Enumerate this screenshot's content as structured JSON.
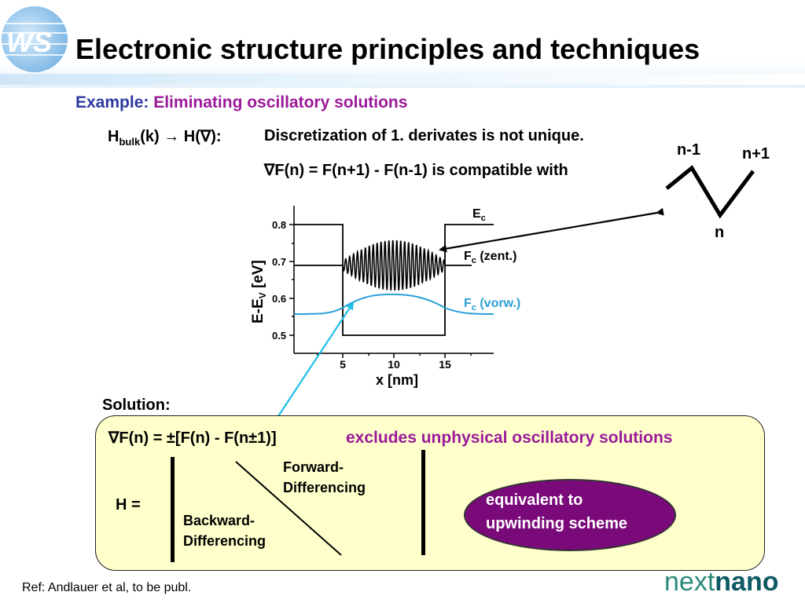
{
  "header": {
    "logo_text": "WS",
    "title": "Electronic structure principles and techniques"
  },
  "subtitle": {
    "label": "Example:",
    "value": "Eliminating oscillatory solutions"
  },
  "hbulk": {
    "H": "H",
    "sub": "bulk",
    "rest": "(k) → H(∇):"
  },
  "text": {
    "line1": "Discretization of 1. derivates is not unique.",
    "line2": "∇F(n) = F(n+1) - F(n-1) is compatible with"
  },
  "grid": {
    "left": "n-1",
    "mid": "n",
    "right": "n+1"
  },
  "plot": {
    "ylabel_main": "E-E",
    "ylabel_sub": "V",
    "ylabel_tail": " [eV]",
    "xlabel": "x [nm]",
    "yticks": [
      "0.8",
      "0.7",
      "0.6",
      "0.5"
    ],
    "xticks": [
      "5",
      "10",
      "15"
    ],
    "ec_label": "E",
    "ec_sub": "c",
    "fc_zent_label": "F",
    "fc_zent_sub": "c",
    "fc_zent_tail": " (zent.)",
    "fc_vorw_label": "F",
    "fc_vorw_sub": "c",
    "fc_vorw_tail": " (vorw.)",
    "colors": {
      "ec": "#000000",
      "fc_zent": "#000000",
      "fc_vorw": "#2aa0d8"
    }
  },
  "solution": {
    "label": "Solution:",
    "formula": "∇F(n) = ±[F(n) - F(n±1)]",
    "excludes": "excludes unphysical oscillatory solutions",
    "h_eq": "H =",
    "forward_1": "Forward-",
    "forward_2": "Differencing",
    "backward_1": "Backward-",
    "backward_2": "Differencing",
    "ellipse_1": "equivalent to",
    "ellipse_2": "upwinding scheme"
  },
  "footer": {
    "ref": "Ref: Andlauer et al, to be publ.",
    "brand_light": "next",
    "brand_bold": "nano"
  },
  "colors": {
    "purple": "#9a1a9a",
    "navy": "#2d3aa0",
    "box_fill": "#ffffcc",
    "ellipse_fill": "#7a0a7a",
    "arrow_cyan": "#1ec0e8"
  }
}
